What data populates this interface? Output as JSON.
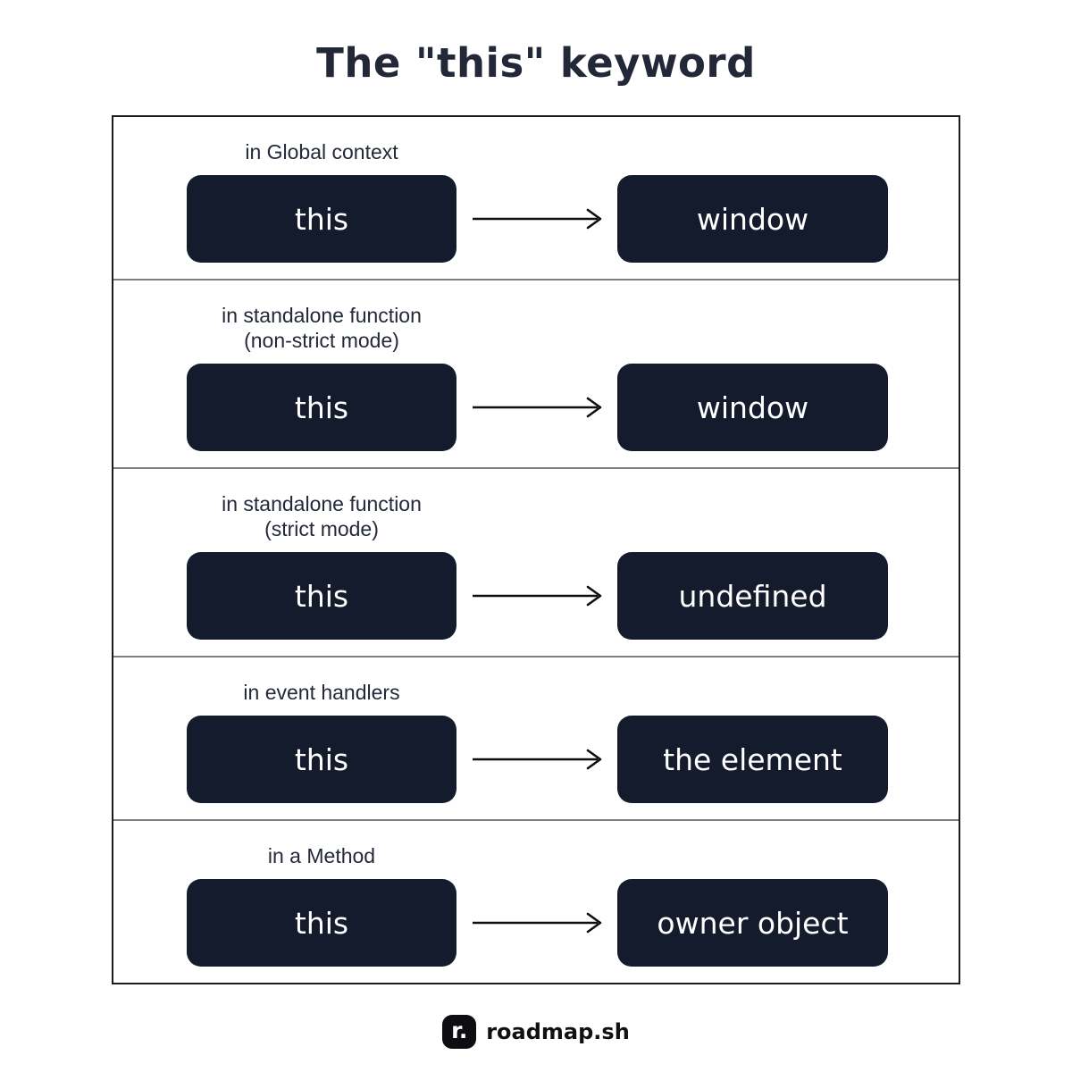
{
  "page": {
    "title": "The \"this\" keyword"
  },
  "diagram": {
    "rows": [
      {
        "context": "in Global context",
        "left": "this",
        "right": "window"
      },
      {
        "context": "in standalone function\n(non-strict mode)",
        "left": "this",
        "right": "window"
      },
      {
        "context": "in standalone function\n(strict mode)",
        "left": "this",
        "right": "undefined"
      },
      {
        "context": "in event handlers",
        "left": "this",
        "right": "the element"
      },
      {
        "context": "in a Method",
        "left": "this",
        "right": "owner object"
      }
    ]
  },
  "footer": {
    "brand": "roadmap.sh",
    "logo_glyph": "r."
  },
  "colors": {
    "background": "#ffffff",
    "box_bg": "#141b2d",
    "box_text": "#ffffff",
    "title_text": "#222838",
    "label_text": "#232939",
    "divider": "#7f7f7f",
    "panel_border": "#1b1b1b",
    "arrow": "#0f0f0f",
    "logo_bg": "#0d0d12"
  }
}
